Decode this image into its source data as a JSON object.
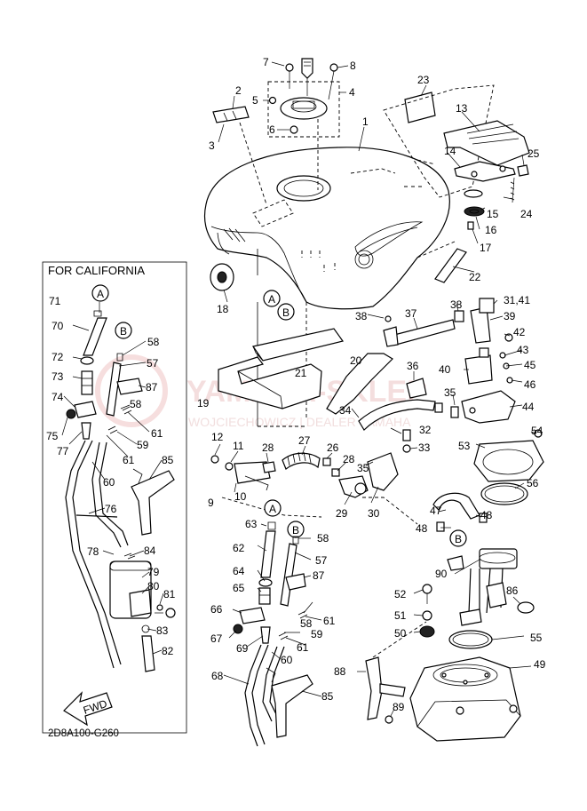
{
  "diagram": {
    "california_box_title": "FOR CALIFORNIA",
    "drawing_code": "2D8A100-G260",
    "fwd_label": "FWD",
    "watermark_main": "YAMAHA-SKLEP",
    "watermark_sub": "WOJCIECHOWICZ | DEALER YAMAHA",
    "ref_a": "A",
    "ref_b": "B",
    "part_numbers": {
      "p1": "1",
      "p2": "2",
      "p3": "3",
      "p4": "4",
      "p5": "5",
      "p6": "6",
      "p7": "7",
      "p8": "8",
      "p9": "9",
      "p10": "10",
      "p11": "11",
      "p12": "12",
      "p13": "13",
      "p14": "14",
      "p15": "15",
      "p16": "16",
      "p17": "17",
      "p18": "18",
      "p19": "19",
      "p20": "20",
      "p21": "21",
      "p22": "22",
      "p23": "23",
      "p24": "24",
      "p25": "25",
      "p26": "26",
      "p27": "27",
      "p28": "28",
      "p29": "29",
      "p30": "30",
      "p3141": "31,41",
      "p32": "32",
      "p33": "33",
      "p34": "34",
      "p35": "35",
      "p36": "36",
      "p37": "37",
      "p38": "38",
      "p39": "39",
      "p40": "40",
      "p42": "42",
      "p43": "43",
      "p44": "44",
      "p45": "45",
      "p46": "46",
      "p47": "47",
      "p48": "48",
      "p49": "49",
      "p50": "50",
      "p51": "51",
      "p52": "52",
      "p53": "53",
      "p54": "54",
      "p55": "55",
      "p56": "56",
      "p57": "57",
      "p58": "58",
      "p59": "59",
      "p60": "60",
      "p61": "61",
      "p62": "62",
      "p63": "63",
      "p64": "64",
      "p65": "65",
      "p66": "66",
      "p67": "67",
      "p68": "68",
      "p69": "69",
      "p70": "70",
      "p71": "71",
      "p72": "72",
      "p73": "73",
      "p74": "74",
      "p75": "75",
      "p76": "76",
      "p77": "77",
      "p78": "78",
      "p79": "79",
      "p80": "80",
      "p81": "81",
      "p82": "82",
      "p83": "83",
      "p84": "84",
      "p85": "85",
      "p86": "86",
      "p87": "87",
      "p88": "88",
      "p89": "89",
      "p90": "90"
    }
  }
}
